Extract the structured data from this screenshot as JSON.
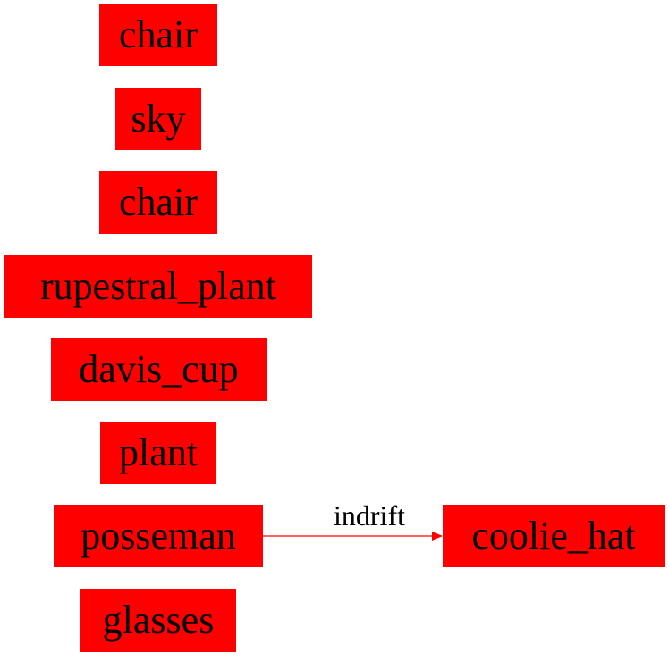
{
  "colors": {
    "node_fill": "#ff0000",
    "edge_stroke": "#ff0000",
    "text": "#000000",
    "background": "#ffffff"
  },
  "nodes": [
    {
      "id": "n0",
      "label": "chair"
    },
    {
      "id": "n1",
      "label": "sky"
    },
    {
      "id": "n2",
      "label": "chair"
    },
    {
      "id": "n3",
      "label": "rupestral_plant"
    },
    {
      "id": "n4",
      "label": "davis_cup"
    },
    {
      "id": "n5",
      "label": "plant"
    },
    {
      "id": "n6",
      "label": "posseman"
    },
    {
      "id": "n7",
      "label": "glasses"
    },
    {
      "id": "n8",
      "label": "coolie_hat"
    }
  ],
  "edges": [
    {
      "from": "n6",
      "to": "n8",
      "label": "indrift"
    }
  ]
}
